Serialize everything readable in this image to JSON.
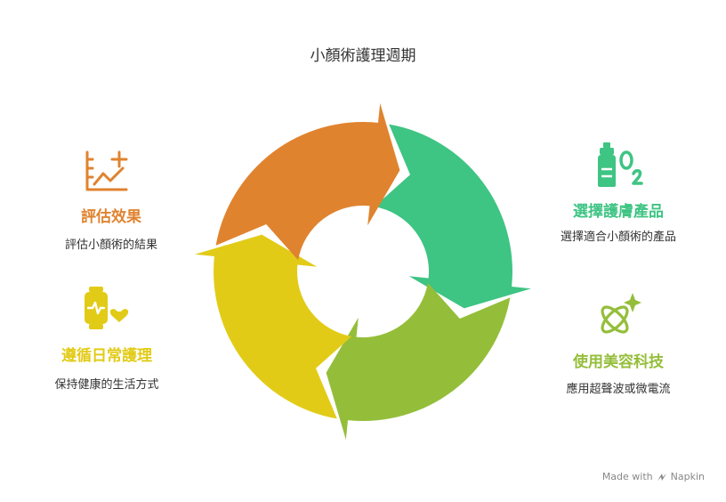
{
  "title": "小顏術護理週期",
  "colors": {
    "orange": "#E0832F",
    "green": "#3EC483",
    "lime": "#94BE3A",
    "yellow": "#E2CB17"
  },
  "steps": [
    {
      "heading": "評估效果",
      "description": "評估小顏術的結果",
      "icon": "chart-plus-icon",
      "color": "#E0832F"
    },
    {
      "heading": "遵循日常護理",
      "description": "保持健康的生活方式",
      "icon": "smartwatch-heart-icon",
      "color": "#E2CB17"
    },
    {
      "heading": "選擇護膚產品",
      "description": "選擇適合小顏術的產品",
      "icon": "bottle-o2-icon",
      "color": "#3EC483"
    },
    {
      "heading": "使用美容科技",
      "description": "應用超聲波或微電流",
      "icon": "atom-sparkle-icon",
      "color": "#94BE3A"
    }
  ],
  "footer": {
    "made_with": "Made with",
    "brand": "Napkin"
  }
}
